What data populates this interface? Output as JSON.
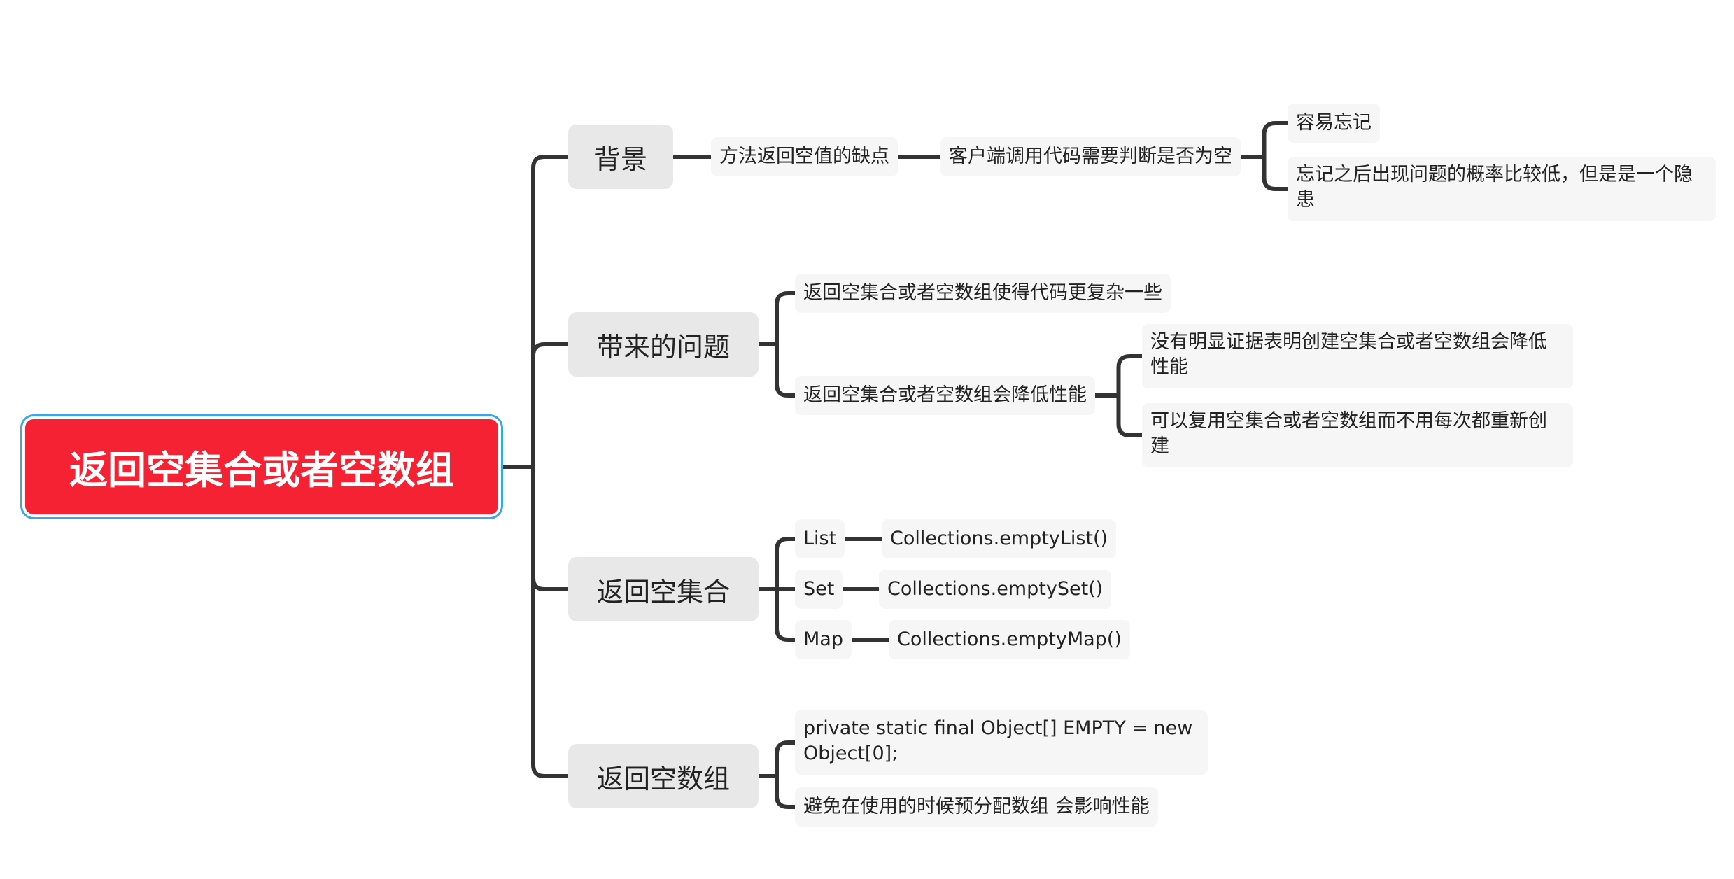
{
  "root": {
    "label": "返回空集合或者空数组"
  },
  "branches": [
    {
      "label": "背景",
      "children": [
        {
          "label": "方法返回空值的缺点",
          "children": [
            {
              "label": "客户端调用代码需要判断是否为空",
              "children": [
                {
                  "label": "容易忘记"
                },
                {
                  "label": "忘记之后出现问题的概率比较低，但是是一个隐患"
                }
              ]
            }
          ]
        }
      ]
    },
    {
      "label": "带来的问题",
      "children": [
        {
          "label": "返回空集合或者空数组使得代码更复杂一些"
        },
        {
          "label": "返回空集合或者空数组会降低性能",
          "children": [
            {
              "label": "没有明显证据表明创建空集合或者空数组会降低性能"
            },
            {
              "label": "可以复用空集合或者空数组而不用每次都重新创建"
            }
          ]
        }
      ]
    },
    {
      "label": "返回空集合",
      "children": [
        {
          "label": "List",
          "children": [
            {
              "label": "Collections.emptyList()"
            }
          ]
        },
        {
          "label": "Set",
          "children": [
            {
              "label": "Collections.emptySet()"
            }
          ]
        },
        {
          "label": "Map",
          "children": [
            {
              "label": "Collections.emptyMap()"
            }
          ]
        }
      ]
    },
    {
      "label": "返回空数组",
      "children": [
        {
          "label": "private static final Object[]  EMPTY = new Object[0];"
        },
        {
          "label": "避免在使用的时候预分配数组 会影响性能"
        }
      ]
    }
  ]
}
